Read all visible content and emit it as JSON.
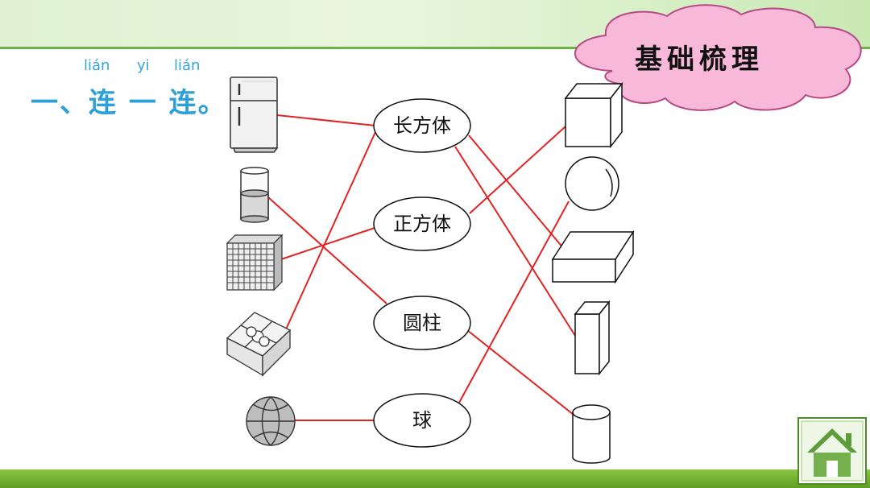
{
  "header": {
    "pinyin": [
      "lián",
      "yi",
      "lián"
    ],
    "title": "一、连 一 连。"
  },
  "badge": {
    "text": "基础梳理",
    "cloud_color": "#f7b8da"
  },
  "shapes": {
    "cuboid": "长方体",
    "cube": "正方体",
    "cylinder": "圆柱",
    "sphere": "球"
  },
  "left_objects": [
    "fridge-icon",
    "glass-icon",
    "rubiks-cube-icon",
    "gift-box-icon",
    "basketball-icon"
  ],
  "right_solids": [
    "cube-solid-icon",
    "sphere-solid-icon",
    "flat-cuboid-solid-icon",
    "tall-cuboid-solid-icon",
    "cylinder-solid-icon"
  ],
  "colors": {
    "line": "#e32222",
    "accent": "#6fb24a",
    "title": "#2da0d6"
  },
  "nav": {
    "home_icon": "home-icon"
  }
}
